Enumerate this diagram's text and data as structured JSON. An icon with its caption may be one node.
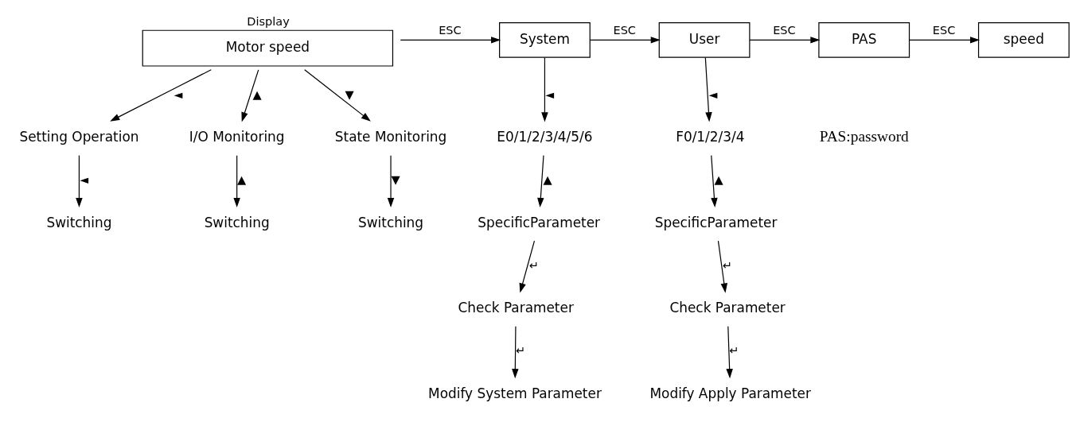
{
  "diagram": {
    "nodes": [
      {
        "text": [
          "Display",
          "Motor speed"
        ]
      },
      {
        "text": [
          "System"
        ]
      },
      {
        "text": [
          "User"
        ]
      },
      {
        "text": [
          "PAS"
        ]
      },
      {
        "text": [
          "speed"
        ]
      },
      {
        "text": [
          "Setting Operation"
        ]
      },
      {
        "text": [
          "I/O Monitoring"
        ]
      },
      {
        "text": [
          "State Monitoring"
        ]
      },
      {
        "text": [
          "Switching"
        ]
      },
      {
        "text": [
          "Switching"
        ]
      },
      {
        "text": [
          "Switching"
        ]
      },
      {
        "text": [
          "E0/1/2/3/4/5/6"
        ]
      },
      {
        "text": [
          "SpecificParameter"
        ]
      },
      {
        "text": [
          "Check Parameter"
        ]
      },
      {
        "text": [
          "Modify System Parameter"
        ]
      },
      {
        "text": [
          "F0/1/2/3/4"
        ]
      },
      {
        "text": [
          "SpecificParameter"
        ]
      },
      {
        "text": [
          "Check Parameter"
        ]
      },
      {
        "text": [
          "Modify Apply Parameter"
        ]
      }
    ],
    "edges": [
      {
        "from": 0,
        "to": 1,
        "arrow": "to",
        "label": "ESC"
      },
      {
        "from": 1,
        "to": 2,
        "arrow": "to",
        "label": "ESC"
      },
      {
        "from": 2,
        "to": 3,
        "arrow": "to",
        "label": "ESC"
      },
      {
        "from": 3,
        "to": 4,
        "arrow": "to",
        "label": "ESC"
      },
      {
        "from": 0,
        "to": 5,
        "arrow": "to",
        "label": "◄"
      },
      {
        "from": 0,
        "to": 6,
        "arrow": "to",
        "label": "▲"
      },
      {
        "from": 0,
        "to": 7,
        "arrow": "to",
        "label": "▼"
      },
      {
        "from": 5,
        "to": 8,
        "arrow": "to",
        "label": "◄"
      },
      {
        "from": 6,
        "to": 9,
        "arrow": "to",
        "label": "▲"
      },
      {
        "from": 7,
        "to": 10,
        "arrow": "to",
        "label": "▼"
      },
      {
        "from": 1,
        "to": 11,
        "arrow": "to",
        "label": "◄"
      },
      {
        "from": 11,
        "to": 12,
        "arrow": "to",
        "label": "▲"
      },
      {
        "from": 12,
        "to": 13,
        "arrow": "to",
        "label": "↵"
      },
      {
        "from": 13,
        "to": 14,
        "arrow": "to",
        "label": "↵"
      },
      {
        "from": 2,
        "to": 15,
        "arrow": "to",
        "label": "◄"
      },
      {
        "from": 15,
        "to": 16,
        "arrow": "to",
        "label": "▲"
      },
      {
        "from": 16,
        "to": 17,
        "arrow": "to",
        "label": "↵"
      },
      {
        "from": 17,
        "to": 18,
        "arrow": "to",
        "label": "↵"
      }
    ],
    "labels": [
      "PAS:password"
    ]
  }
}
